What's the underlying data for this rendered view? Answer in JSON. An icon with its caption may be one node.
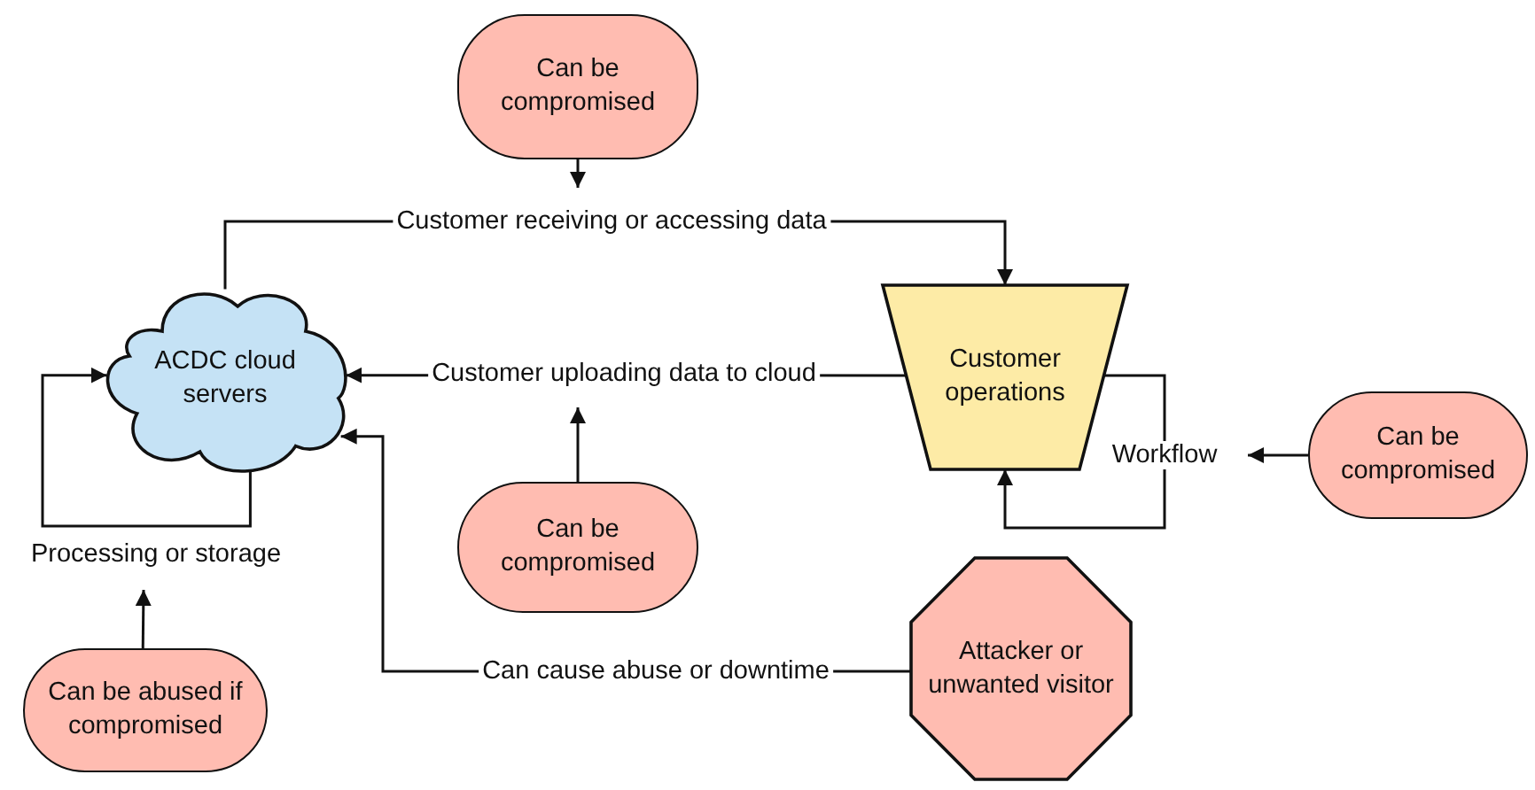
{
  "diagram": {
    "nodes": [
      {
        "text": [
          "Can be compromised"
        ]
      },
      {
        "text": [
          "ACDC cloud servers"
        ]
      },
      {
        "text": [
          "Customer operations"
        ]
      },
      {
        "text": [
          "Can be compromised"
        ]
      },
      {
        "text": [
          "Can be compromised"
        ]
      },
      {
        "text": [
          "Attacker or unwanted visitor"
        ]
      },
      {
        "text": [
          "Can be abused if compromised"
        ]
      }
    ],
    "edges": [
      {
        "from": 1,
        "to": 2,
        "arrow": "to",
        "label": "Customer receiving or accessing data"
      },
      {
        "from": 2,
        "to": 1,
        "arrow": "to",
        "label": "Customer uploading data to cloud"
      },
      {
        "from": 1,
        "to": 1,
        "arrow": "to",
        "label": "Processing or storage"
      },
      {
        "from": 2,
        "to": 2,
        "arrow": "to",
        "label": "Workflow"
      },
      {
        "from": 5,
        "to": 1,
        "arrow": "to",
        "label": "Can cause abuse or downtime"
      },
      {
        "from": 0,
        "to": null,
        "arrow": "to"
      },
      {
        "from": 4,
        "to": null,
        "arrow": "to"
      },
      {
        "from": 3,
        "to": null,
        "arrow": "to"
      },
      {
        "from": 6,
        "to": null,
        "arrow": "to"
      }
    ]
  }
}
